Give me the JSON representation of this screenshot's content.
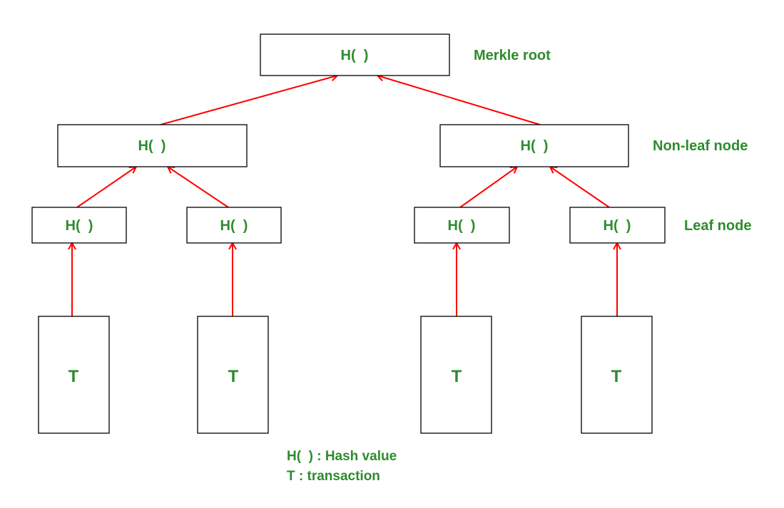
{
  "colors": {
    "text": "#2e8b2e",
    "edge": "#ff0000",
    "border": "#000000",
    "background": "#ffffff"
  },
  "nodes": {
    "root": "H(  )",
    "nonleaf_left": "H(  )",
    "nonleaf_right": "H(  )",
    "leaf_1": "H(  )",
    "leaf_2": "H(  )",
    "leaf_3": "H(  )",
    "leaf_4": "H(  )"
  },
  "transactions": {
    "t1": "T",
    "t2": "T",
    "t3": "T",
    "t4": "T"
  },
  "level_labels": {
    "root": "Merkle root",
    "nonleaf": "Non-leaf node",
    "leaf": "Leaf node"
  },
  "legend": {
    "hash": "H(  ) : Hash value",
    "transaction": "T : transaction"
  }
}
